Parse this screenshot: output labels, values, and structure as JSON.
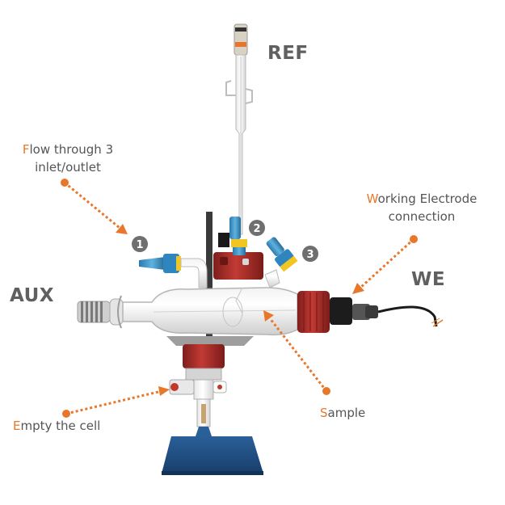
{
  "labels": {
    "ref": "REF",
    "aux": "AUX",
    "we": "WE"
  },
  "callouts": {
    "flow": {
      "first": "F",
      "rest_line1": "low through 3",
      "line2": "inlet/outlet"
    },
    "working": {
      "first": "W",
      "rest_line1": "orking Electrode",
      "line2": "connection"
    },
    "sample": {
      "first": "S",
      "rest": "ample"
    },
    "empty": {
      "first": "E",
      "rest": "mpty the cell"
    }
  },
  "ports": [
    "1",
    "2",
    "3"
  ],
  "colors": {
    "accent": "#e8772a",
    "label_gray": "#606060",
    "badge_gray": "#6f6f6f",
    "connector_blue": "#3c8fc2",
    "cap_red": "#b3302c",
    "stand_blue": "#1e4f86"
  }
}
